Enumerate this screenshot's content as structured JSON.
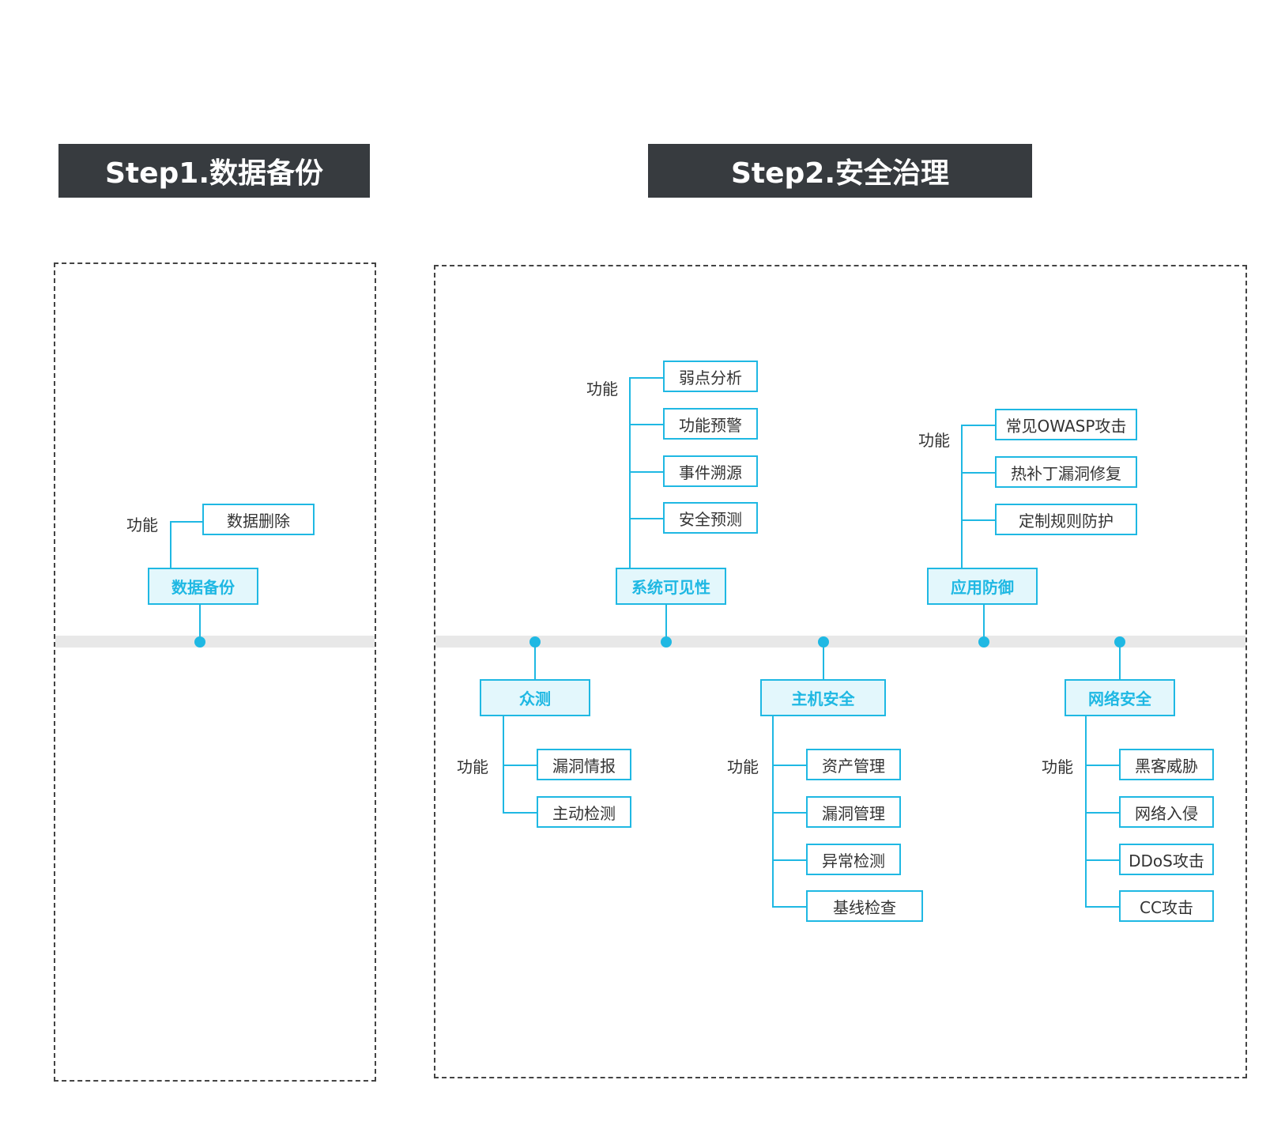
{
  "step1": {
    "title": "Step1.数据备份"
  },
  "step2": {
    "title": "Step2.安全治理"
  },
  "nodes": {
    "backup": {
      "name": "数据备份",
      "label": "功能",
      "features": [
        "数据删除"
      ]
    },
    "crowdtest": {
      "name": "众测",
      "label": "功能",
      "features": [
        "漏洞情报",
        "主动检测"
      ]
    },
    "visibility": {
      "name": "系统可见性",
      "label": "功能",
      "features": [
        "弱点分析",
        "功能预警",
        "事件溯源",
        "安全预测"
      ]
    },
    "host": {
      "name": "主机安全",
      "label": "功能",
      "features": [
        "资产管理",
        "漏洞管理",
        "异常检测",
        "基线检查"
      ]
    },
    "appdefense": {
      "name": "应用防御",
      "label": "功能",
      "features": [
        "常见OWASP攻击",
        "热补丁漏洞修复",
        "定制规则防护"
      ]
    },
    "network": {
      "name": "网络安全",
      "label": "功能",
      "features": [
        "黑客威胁",
        "网络入侵",
        "DDoS攻击",
        "CC攻击"
      ]
    }
  },
  "colors": {
    "accent": "#1fb8e3",
    "node_fill": "#e3f7fc",
    "header_bg": "#373b3f",
    "band": "#e8e8e8"
  }
}
